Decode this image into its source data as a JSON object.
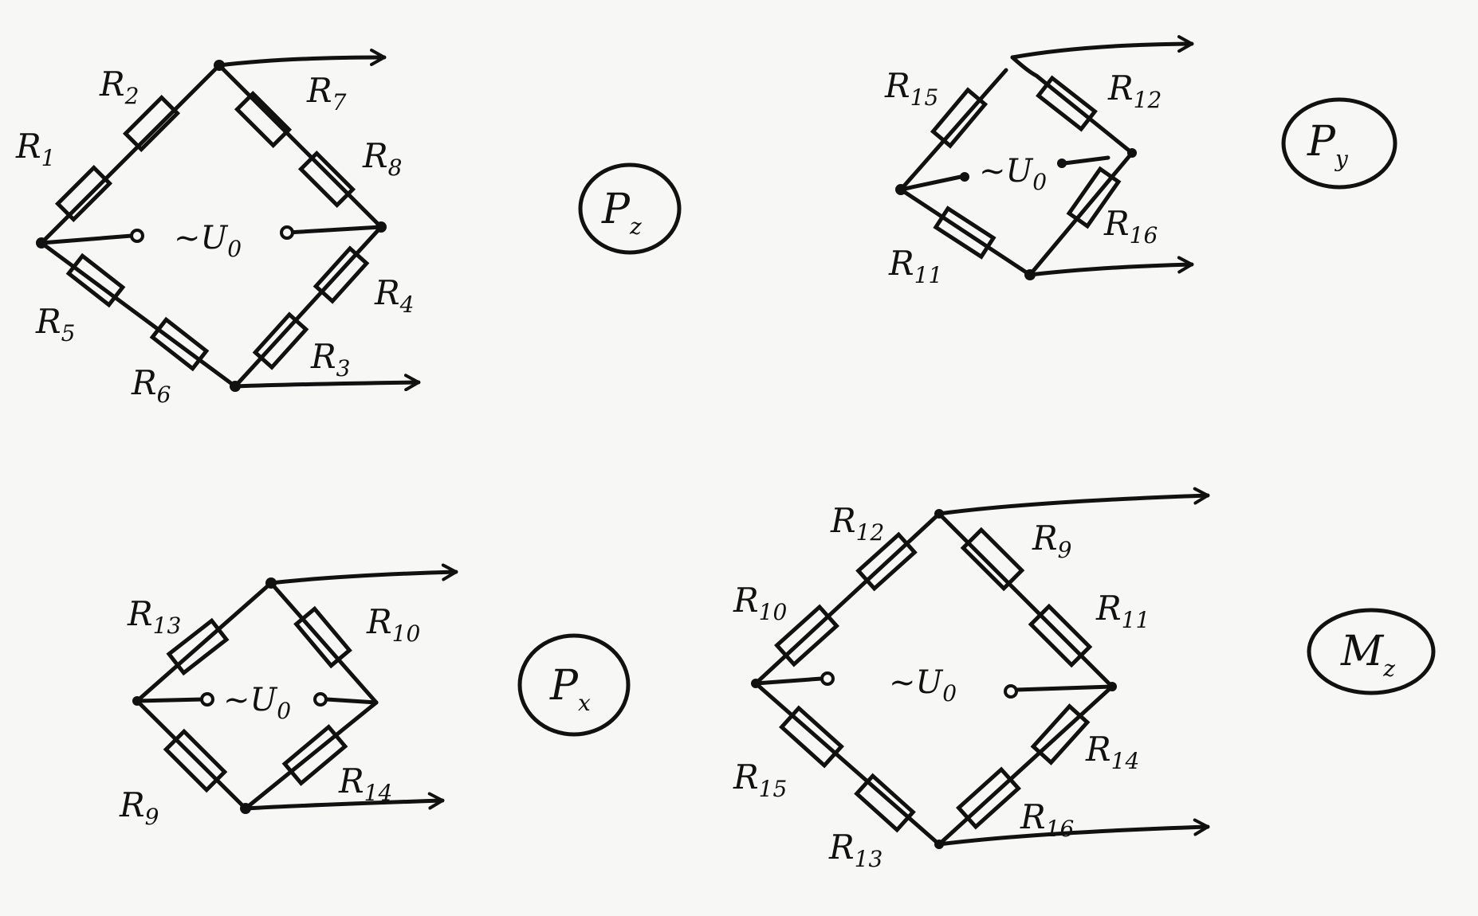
{
  "bridges": [
    {
      "id": "pz",
      "tag": {
        "main": "P",
        "sub": "z"
      },
      "source": {
        "main": "~U",
        "sub": "0"
      },
      "resistors": {
        "r1": {
          "main": "R",
          "sub": "1"
        },
        "r2": {
          "main": "R",
          "sub": "2"
        },
        "r3": {
          "main": "R",
          "sub": "3"
        },
        "r4": {
          "main": "R",
          "sub": "4"
        },
        "r5": {
          "main": "R",
          "sub": "5"
        },
        "r6": {
          "main": "R",
          "sub": "6"
        },
        "r7": {
          "main": "R",
          "sub": "7"
        },
        "r8": {
          "main": "R",
          "sub": "8"
        }
      }
    },
    {
      "id": "py",
      "tag": {
        "main": "P",
        "sub": "y"
      },
      "source": {
        "main": "~U",
        "sub": "0"
      },
      "resistors": {
        "r15": {
          "main": "R",
          "sub": "15"
        },
        "r12": {
          "main": "R",
          "sub": "12"
        },
        "r16": {
          "main": "R",
          "sub": "16"
        },
        "r11": {
          "main": "R",
          "sub": "11"
        }
      }
    },
    {
      "id": "px",
      "tag": {
        "main": "P",
        "sub": "x"
      },
      "source": {
        "main": "~U",
        "sub": "0"
      },
      "resistors": {
        "r13": {
          "main": "R",
          "sub": "13"
        },
        "r10": {
          "main": "R",
          "sub": "10"
        },
        "r9": {
          "main": "R",
          "sub": "9"
        },
        "r14": {
          "main": "R",
          "sub": "14"
        }
      }
    },
    {
      "id": "mz",
      "tag": {
        "main": "M",
        "sub": "z"
      },
      "source": {
        "main": "~U",
        "sub": "0"
      },
      "resistors": {
        "r12": {
          "main": "R",
          "sub": "12"
        },
        "r9": {
          "main": "R",
          "sub": "9"
        },
        "r10": {
          "main": "R",
          "sub": "10"
        },
        "r11": {
          "main": "R",
          "sub": "11"
        },
        "r15": {
          "main": "R",
          "sub": "15"
        },
        "r14": {
          "main": "R",
          "sub": "14"
        },
        "r13": {
          "main": "R",
          "sub": "13"
        },
        "r16": {
          "main": "R",
          "sub": "16"
        }
      }
    }
  ]
}
